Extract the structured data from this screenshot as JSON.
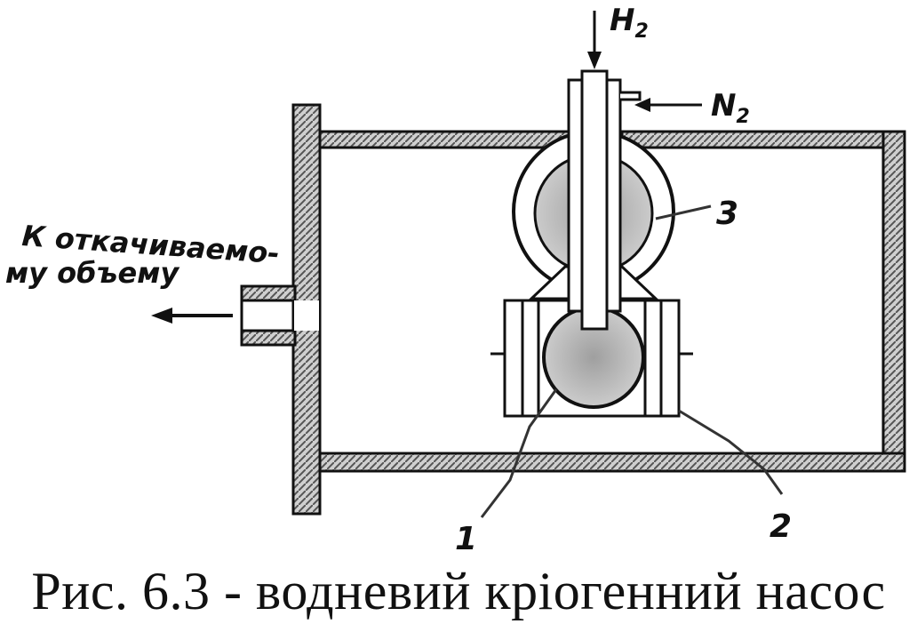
{
  "labels": {
    "h2_main": "H",
    "h2_sub": "2",
    "n2_main": "N",
    "n2_sub": "2",
    "num_1": "1",
    "num_2": "2",
    "num_3": "3",
    "side_line1": "К откачиваемо-",
    "side_line2": "му объему"
  },
  "caption": "Рис. 6.3 - водневий кріогенний насос",
  "colors": {
    "ink": "#111111",
    "wall_fill": "#b9b9b9",
    "liquid_fill": "#c8c8c8"
  }
}
